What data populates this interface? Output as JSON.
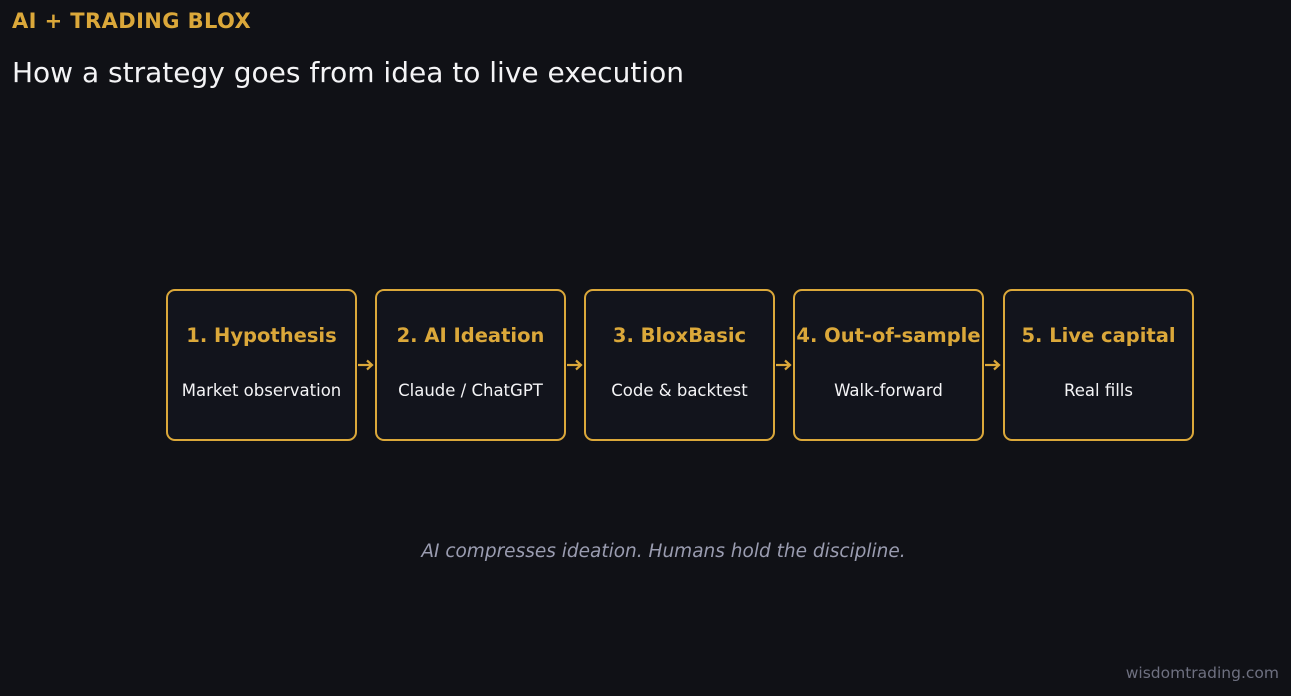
{
  "header": {
    "brand": "AI + TRADING BLOX",
    "title": "How a strategy goes from idea to live execution"
  },
  "stages": [
    {
      "title": "1. Hypothesis",
      "subtitle": "Market observation"
    },
    {
      "title": "2. AI Ideation",
      "subtitle": "Claude / ChatGPT"
    },
    {
      "title": "3. BloxBasic",
      "subtitle": "Code & backtest"
    },
    {
      "title": "4. Out-of-sample",
      "subtitle": "Walk-forward"
    },
    {
      "title": "5. Live capital",
      "subtitle": "Real fills"
    }
  ],
  "caption": "AI compresses ideation. Humans hold the discipline.",
  "footer": {
    "site": "wisdomtrading.com"
  },
  "colors": {
    "background": "#101116",
    "accent": "#dba83a",
    "text": "#f4f4f6",
    "muted": "#9a9cb0"
  }
}
